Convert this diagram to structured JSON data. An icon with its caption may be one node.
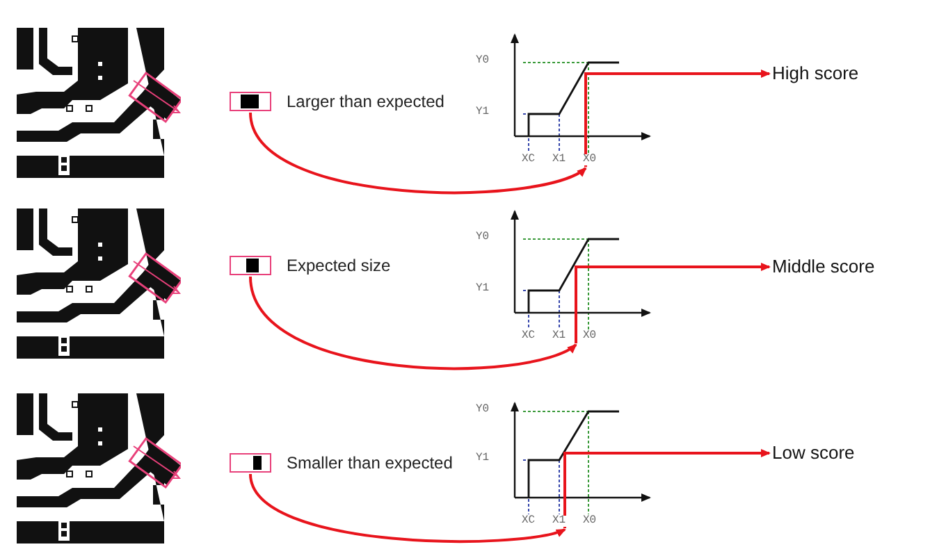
{
  "diagram": {
    "nodes": [
      {
        "text": [],
        "shape": "picture"
      },
      {
        "text": [],
        "shape": "box",
        "beside": [
          "Larger than expected"
        ]
      },
      {
        "text": [
          "Y0",
          "Y1",
          "XC",
          "X1",
          "X0"
        ]
      },
      {
        "text": [
          "High score"
        ]
      },
      {
        "text": [],
        "shape": "picture"
      },
      {
        "text": [],
        "shape": "box",
        "beside": [
          "Expected size"
        ]
      },
      {
        "text": [
          "Y0",
          "Y1",
          "XC",
          "X1",
          "X0"
        ]
      },
      {
        "text": [
          "Middle score"
        ]
      },
      {
        "text": [],
        "shape": "picture"
      },
      {
        "text": [],
        "shape": "box",
        "beside": [
          "Smaller than expected"
        ]
      },
      {
        "text": [
          "Y0",
          "Y1",
          "XC",
          "X1",
          "X0"
        ]
      },
      {
        "text": [
          "Low score"
        ]
      }
    ],
    "edges": [
      {
        "from": 1,
        "to": 2,
        "arrow": "to"
      },
      {
        "from": 2,
        "to": 3,
        "arrow": "to"
      },
      {
        "from": 5,
        "to": 6,
        "arrow": "to"
      },
      {
        "from": 6,
        "to": 7,
        "arrow": "to"
      },
      {
        "from": 9,
        "to": 10,
        "arrow": "to"
      },
      {
        "from": 10,
        "to": 11,
        "arrow": "to"
      }
    ]
  }
}
